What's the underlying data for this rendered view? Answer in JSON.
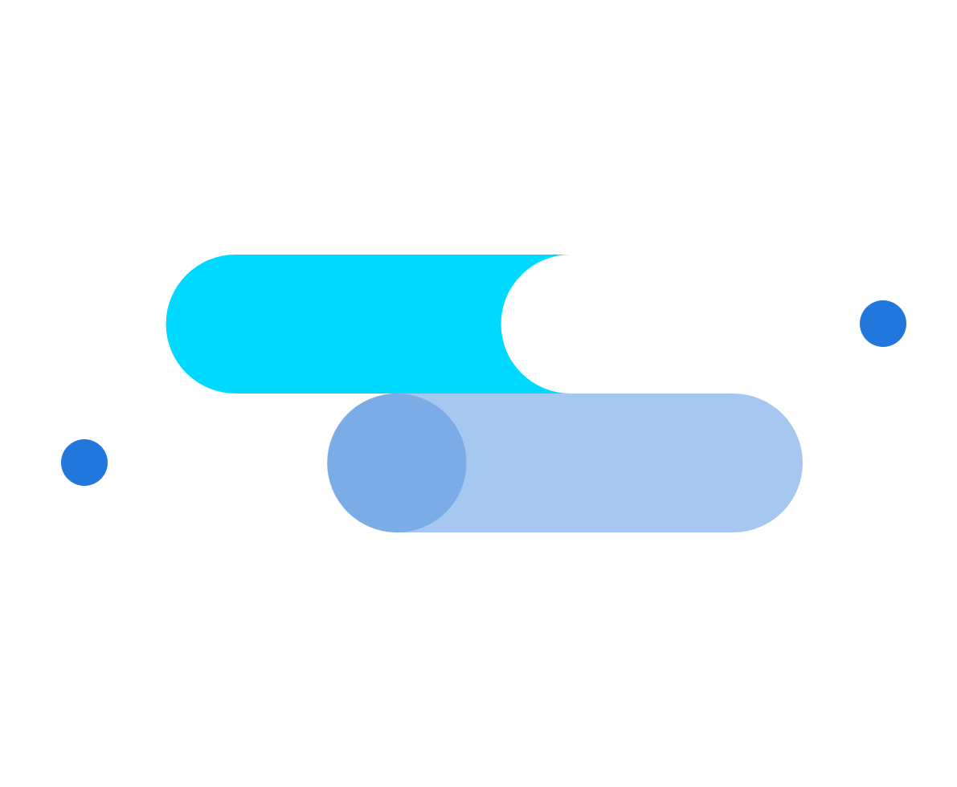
{
  "logo": {
    "colors": {
      "background": "#ffffff",
      "top_pill": "#00d9ff",
      "bottom_pill": "#a6c8f0",
      "knob": "#7bace6",
      "dots": "#2277dd"
    },
    "shapes": [
      "top-pill",
      "bottom-pill",
      "knob-circle",
      "left-dot",
      "right-dot"
    ]
  }
}
